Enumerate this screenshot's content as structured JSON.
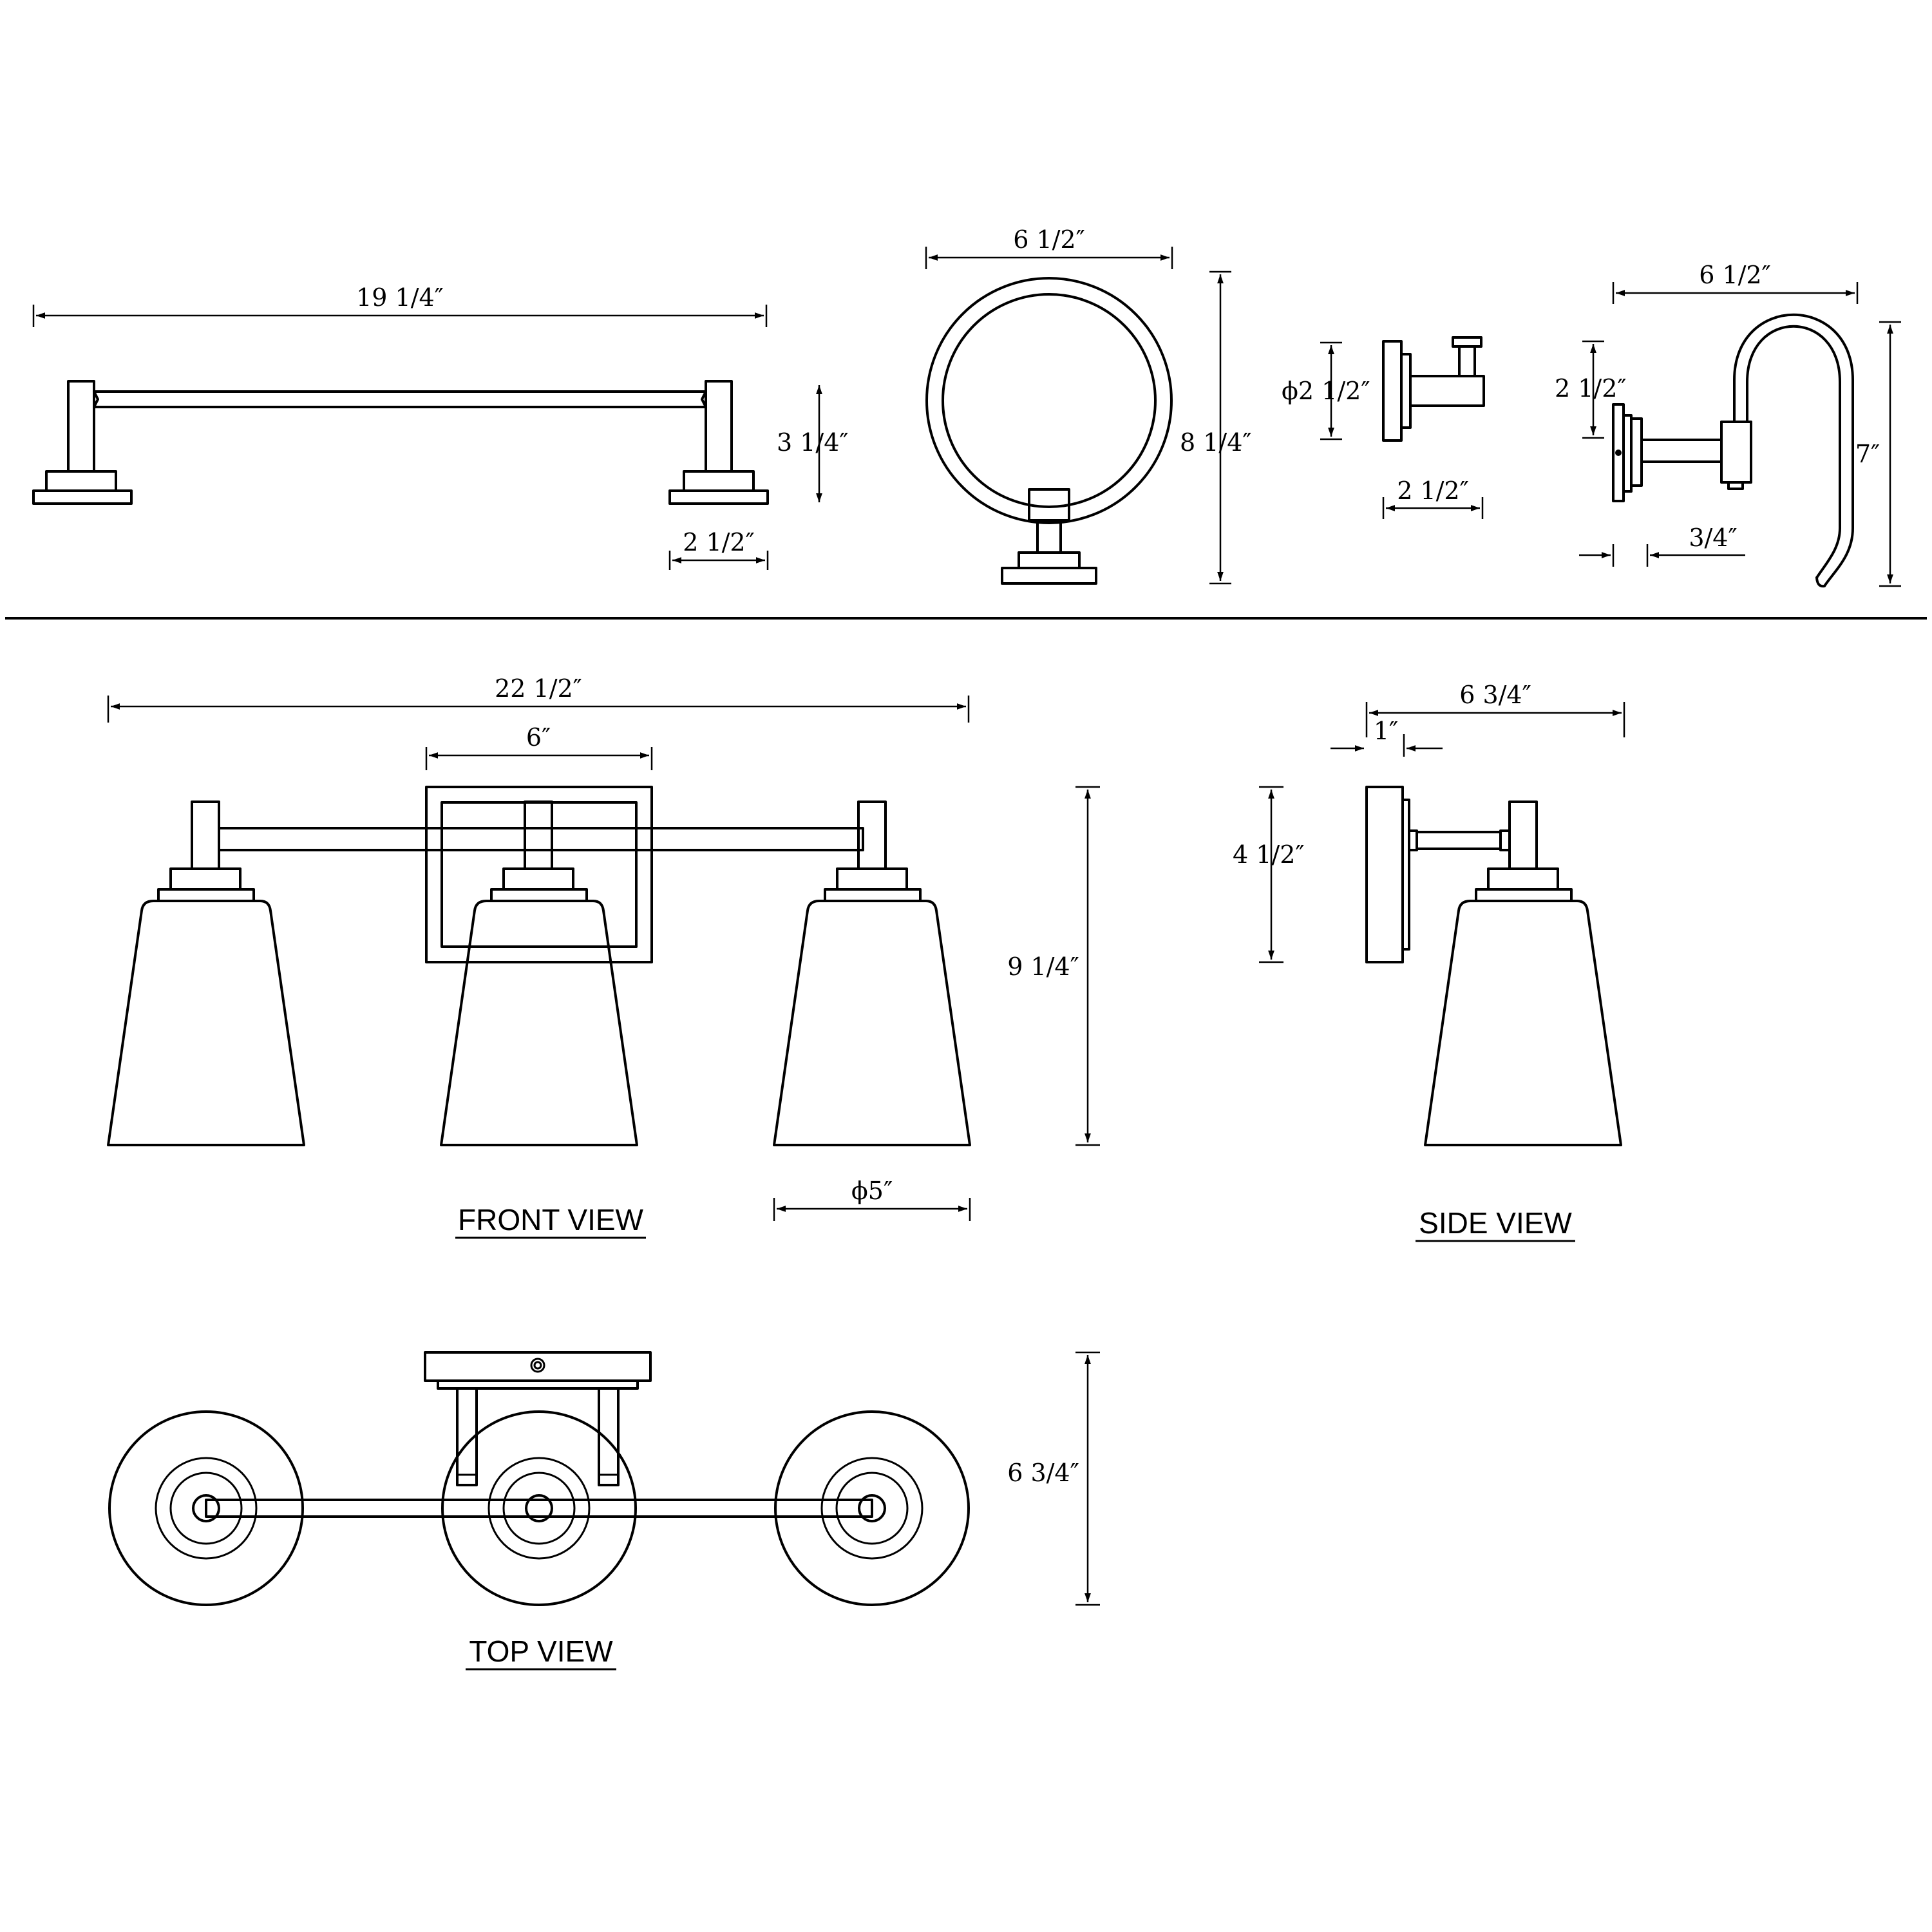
{
  "towel_bar": {
    "width": "19 1/4″",
    "height": "3 1/4″",
    "base_width": "2 1/2″"
  },
  "towel_ring": {
    "width": "6 1/2″",
    "height": "8 1/4″"
  },
  "robe_hook": {
    "diameter": "ϕ2 1/2″",
    "projection": "2 1/2″"
  },
  "tp_holder": {
    "width": "6 1/2″",
    "plate_height": "2 1/2″",
    "height": "7″",
    "offset": "3/4″"
  },
  "front_view": {
    "label": "FRONT VIEW",
    "width": "22 1/2″",
    "backplate_width": "6″",
    "height": "9 1/4″",
    "shade_diameter": "ϕ5″"
  },
  "side_view": {
    "label": "SIDE VIEW",
    "depth": "6 3/4″",
    "plate_thickness": "1″",
    "backplate_height": "4 1/2″"
  },
  "top_view": {
    "label": "TOP VIEW",
    "depth": "6 3/4″"
  }
}
